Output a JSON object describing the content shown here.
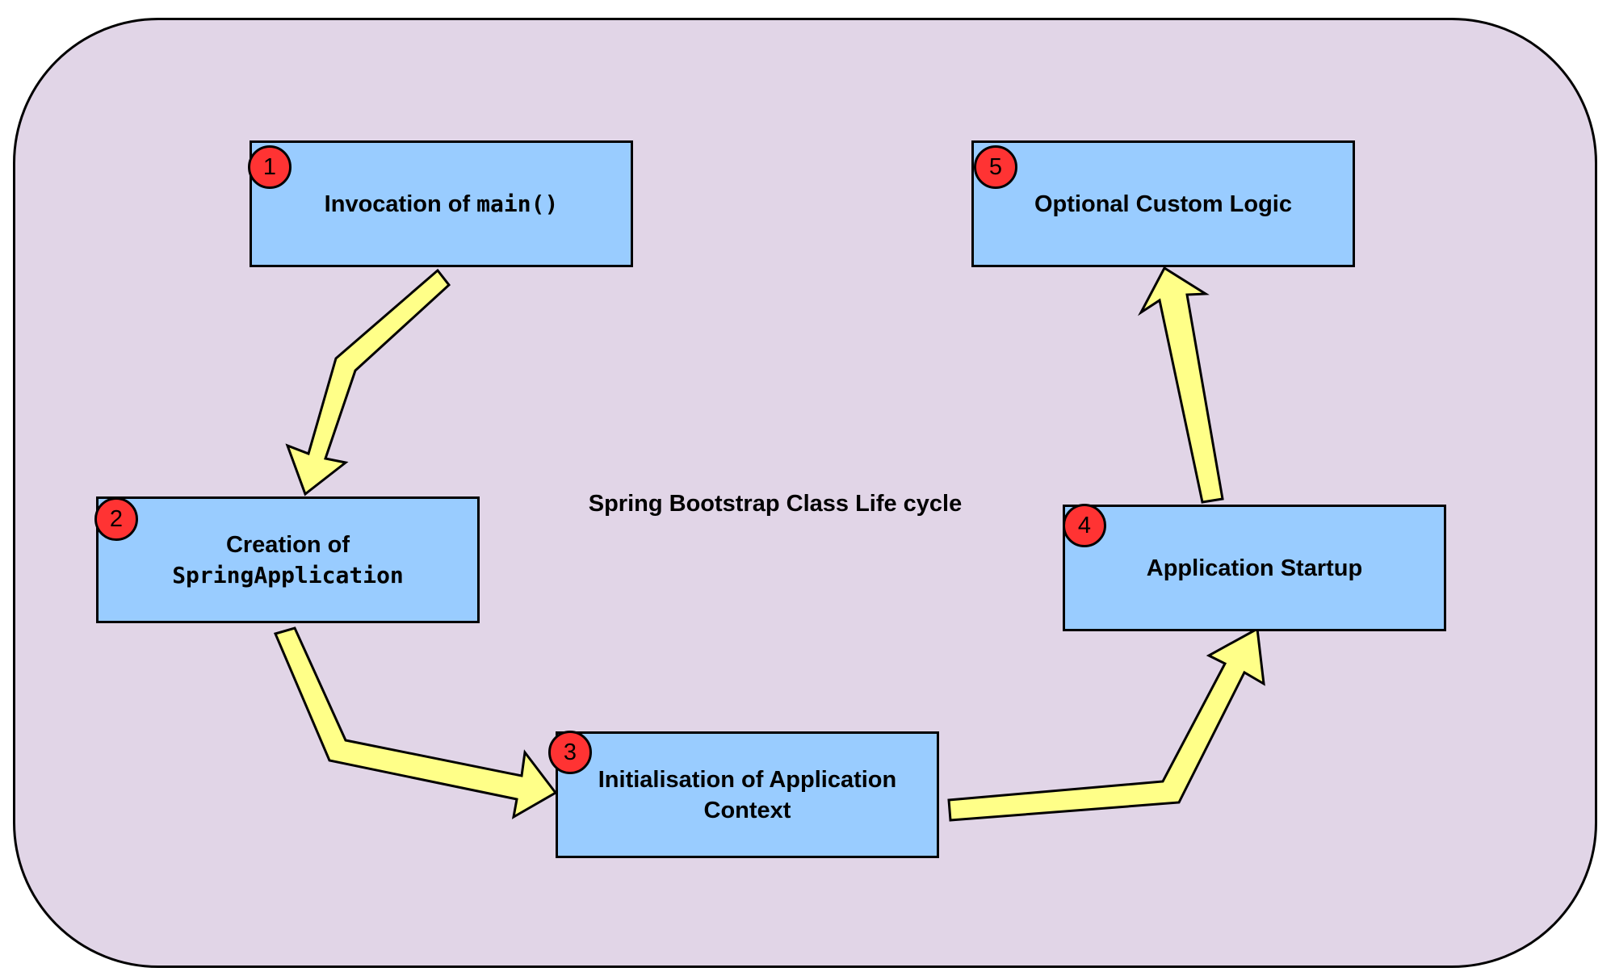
{
  "diagram": {
    "title": "Spring Bootstrap Class Life cycle",
    "colors": {
      "container_fill": "#e1d5e7",
      "box_fill": "#99ccff",
      "badge_fill": "#ff3333",
      "arrow_fill": "#ffff88",
      "stroke": "#000000"
    },
    "steps": [
      {
        "number": "1",
        "label_prefix": "Invocation of ",
        "label_code": "main()"
      },
      {
        "number": "2",
        "label_prefix": "Creation of",
        "label_code": "SpringApplication"
      },
      {
        "number": "3",
        "label": "Initialisation of Application Context"
      },
      {
        "number": "4",
        "label": "Application Startup"
      },
      {
        "number": "5",
        "label": "Optional Custom Logic"
      }
    ]
  }
}
